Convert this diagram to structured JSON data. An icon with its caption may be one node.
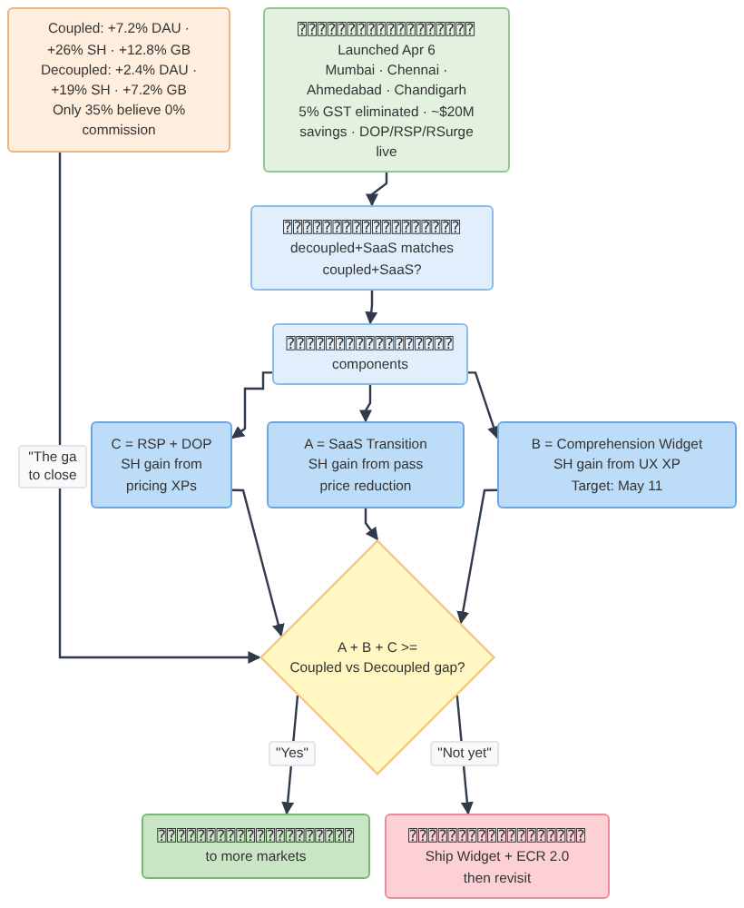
{
  "diagram": {
    "nodes": [
      {
        "text": [
          "Coupled: +7.2% DAU · +26% SH · +12.8% GB",
          "Decoupled: +2.4% DAU · +19% SH · +7.2% GB",
          "Only 35% believe 0% commission"
        ]
      },
      {
        "text": [
          "⍰⍰⍰⍰⍰⍰⍰⍰⍰⍰⍰⍰⍰⍰⍰⍰⍰⍰",
          "Launched Apr 6",
          "Mumbai · Chennai · Ahmedabad · Chandigarh",
          "5% GST eliminated · ~$20M savings · DOP/RSP/RSurge live"
        ]
      },
      {
        "text": [
          "⍰⍰⍰⍰⍰⍰⍰⍰⍰⍰⍰⍰⍰⍰⍰⍰⍰⍰",
          "decoupled+SaaS matches coupled+SaaS?"
        ]
      },
      {
        "text": [
          "⍰⍰⍰⍰⍰⍰⍰⍰⍰⍰⍰⍰⍰⍰⍰⍰⍰",
          "components"
        ]
      },
      {
        "text": [
          "C = RSP + DOP",
          "SH gain from pricing XPs"
        ]
      },
      {
        "text": [
          "A = SaaS Transition",
          "SH gain from pass price reduction"
        ]
      },
      {
        "text": [
          "B = Comprehension Widget",
          "SH gain from UX XP",
          "Target: May 11"
        ]
      },
      {
        "text": [
          "A + B + C >=",
          "Coupled vs Decoupled gap?"
        ]
      },
      {
        "text": [
          "⍰⍰⍰⍰⍰⍰⍰⍰⍰⍰⍰⍰⍰⍰⍰⍰⍰⍰⍰⍰",
          "to more markets"
        ]
      },
      {
        "text": [
          "⍰⍰⍰⍰⍰⍰⍰⍰⍰⍰⍰⍰⍰⍰⍰⍰⍰⍰",
          "Ship Widget + ECR 2.0",
          "then revisit"
        ]
      }
    ],
    "edges": [
      {
        "from": 1,
        "to": 2,
        "arrow": "to"
      },
      {
        "from": 2,
        "to": 3,
        "arrow": "to"
      },
      {
        "from": 3,
        "to": 4,
        "arrow": "to"
      },
      {
        "from": 3,
        "to": 5,
        "arrow": "to"
      },
      {
        "from": 3,
        "to": 6,
        "arrow": "to"
      },
      {
        "from": 4,
        "to": 7,
        "arrow": "to"
      },
      {
        "from": 5,
        "to": 7,
        "arrow": "to"
      },
      {
        "from": 6,
        "to": 7,
        "arrow": "to"
      },
      {
        "from": 0,
        "to": 7,
        "arrow": "to",
        "label": "\"The ga to close"
      },
      {
        "from": 7,
        "to": 8,
        "arrow": "to",
        "label": "\"Yes\""
      },
      {
        "from": 7,
        "to": 9,
        "arrow": "to",
        "label": "\"Not yet\""
      }
    ]
  }
}
